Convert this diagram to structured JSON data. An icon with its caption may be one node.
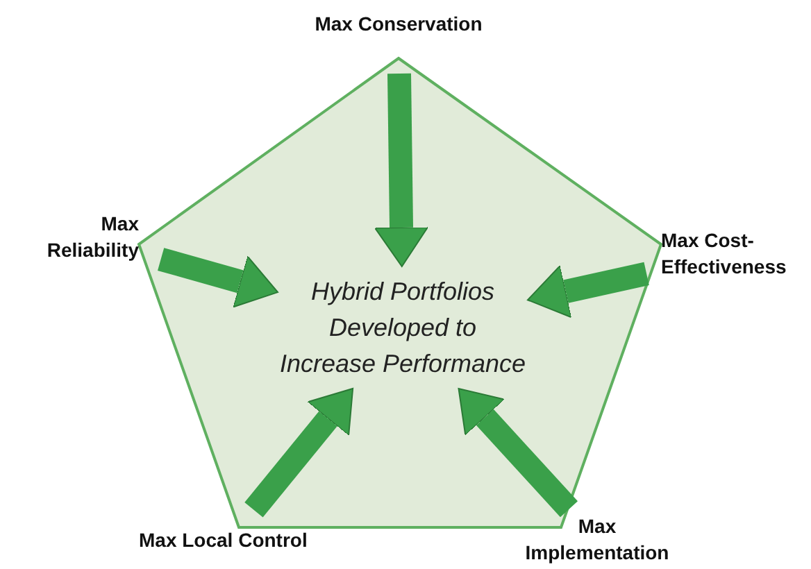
{
  "diagram": {
    "nodes": [
      {
        "text": [
          "Hybrid Portfolios Developed to Increase Performance"
        ]
      },
      {
        "text": [
          "Max Conservation"
        ]
      },
      {
        "text": [
          "Max Reliability"
        ]
      },
      {
        "text": [
          "Max Cost-Effectiveness"
        ]
      },
      {
        "text": [
          "Max Local Control"
        ]
      },
      {
        "text": [
          "Max Implementation"
        ]
      }
    ],
    "edges": [
      {
        "from": 1,
        "to": 0,
        "arrow": "to"
      },
      {
        "from": 2,
        "to": 0,
        "arrow": "to"
      },
      {
        "from": 3,
        "to": 0,
        "arrow": "to"
      },
      {
        "from": 4,
        "to": 0,
        "arrow": "to"
      },
      {
        "from": 5,
        "to": 0,
        "arrow": "to"
      }
    ]
  }
}
